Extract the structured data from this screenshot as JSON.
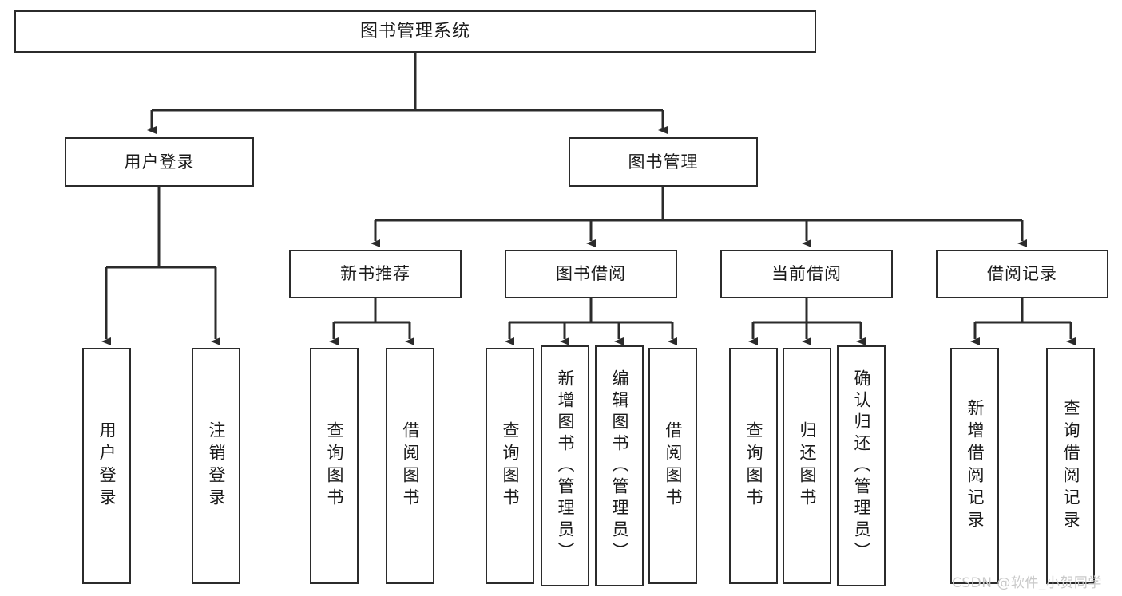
{
  "diagram": {
    "type": "tree",
    "title": "图书管理系统",
    "colors": {
      "box_border": "#2b2b2b",
      "box_fill": "#ffffff",
      "text": "#1a1a1a",
      "link": "#2b2b2b",
      "watermark": "#c9c9c9",
      "background": "#ffffff"
    }
  },
  "nodes": {
    "root": {
      "label": "图书管理系统"
    },
    "level2": [
      {
        "label": "用户登录"
      },
      {
        "label": "图书管理"
      }
    ],
    "level3": [
      {
        "label": "新书推荐"
      },
      {
        "label": "图书借阅"
      },
      {
        "label": "当前借阅"
      },
      {
        "label": "借阅记录"
      }
    ],
    "leaves": {
      "user_login": [
        {
          "label": "用户登录"
        },
        {
          "label": "注销登录"
        }
      ],
      "new_book_recommend": [
        {
          "label": "查询图书"
        },
        {
          "label": "借阅图书"
        }
      ],
      "book_borrow": [
        {
          "label": "查询图书"
        },
        {
          "label": "新增图书（管理员）"
        },
        {
          "label": "编辑图书（管理员）"
        },
        {
          "label": "借阅图书"
        }
      ],
      "current_borrow": [
        {
          "label": "查询图书"
        },
        {
          "label": "归还图书"
        },
        {
          "label": "确认归还（管理员）"
        }
      ],
      "borrow_record": [
        {
          "label": "新增借阅记录"
        },
        {
          "label": "查询借阅记录"
        }
      ]
    }
  },
  "watermark": {
    "text": "CSDN @软件_小贺同学"
  }
}
